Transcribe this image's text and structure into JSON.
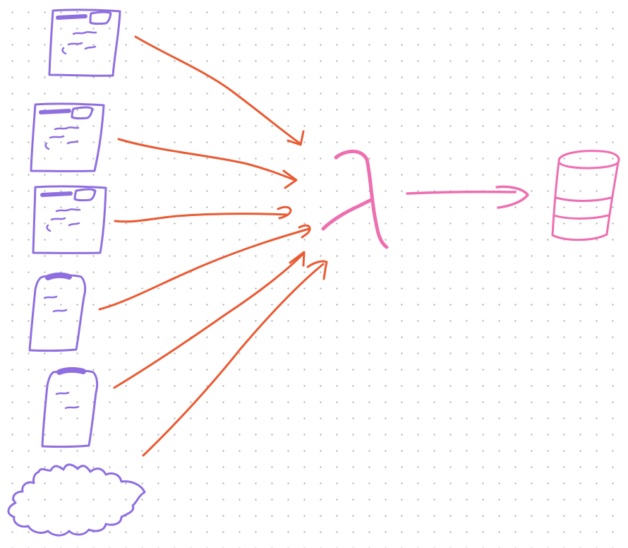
{
  "diagram": {
    "nodes": [
      {
        "id": "doc-1",
        "kind": "document-icon"
      },
      {
        "id": "doc-2",
        "kind": "document-icon"
      },
      {
        "id": "doc-3",
        "kind": "document-icon"
      },
      {
        "id": "file-1",
        "kind": "file-icon"
      },
      {
        "id": "file-2",
        "kind": "file-icon"
      },
      {
        "id": "cloud-1",
        "kind": "cloud-icon"
      },
      {
        "id": "lambda-1",
        "kind": "lambda-icon"
      },
      {
        "id": "db-1",
        "kind": "database-icon"
      }
    ],
    "edges": [
      {
        "from": "doc-1",
        "to": "lambda-1"
      },
      {
        "from": "doc-2",
        "to": "lambda-1"
      },
      {
        "from": "doc-3",
        "to": "lambda-1"
      },
      {
        "from": "file-1",
        "to": "lambda-1"
      },
      {
        "from": "file-2",
        "to": "lambda-1"
      },
      {
        "from": "cloud-1",
        "to": "lambda-1"
      },
      {
        "from": "lambda-1",
        "to": "db-1"
      }
    ]
  },
  "colors": {
    "background": "#ffffff",
    "grid_dot": "#b4b4b4",
    "source_icon": "#8f6fe0",
    "arrow": "#ea5a33",
    "processor": "#ee6fb0"
  }
}
